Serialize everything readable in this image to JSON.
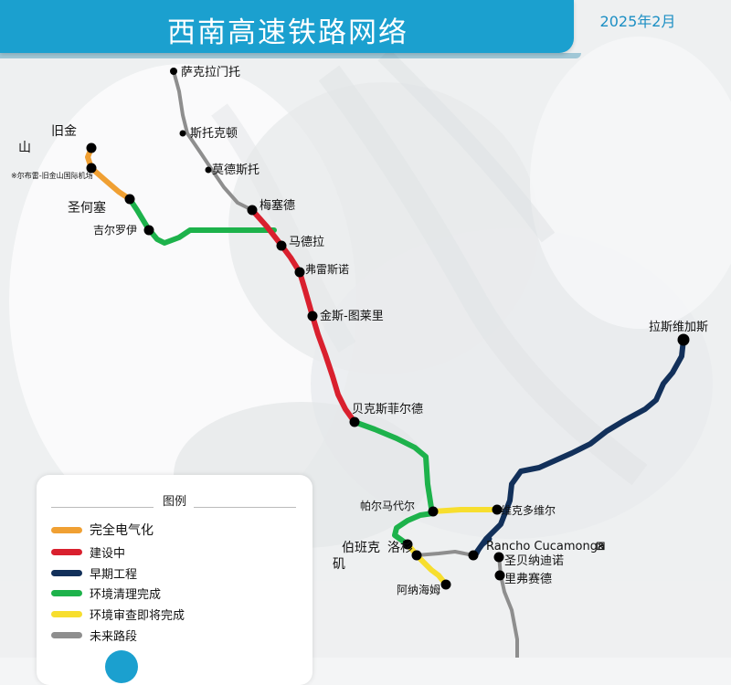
{
  "header": {
    "title": "西南高速铁路网络",
    "date": "2025年2月"
  },
  "colors": {
    "electrified": "#f0a033",
    "construction": "#d9202e",
    "early": "#12305a",
    "env_cleared": "#1db24b",
    "env_review": "#f7de2e",
    "future": "#8e8e8e",
    "accent": "#1ba0cf"
  },
  "legend": {
    "title": "图例",
    "items": [
      {
        "key": "electrified",
        "label": "完全电气化"
      },
      {
        "key": "construction",
        "label": "建设中"
      },
      {
        "key": "early",
        "label": "早期工程"
      },
      {
        "key": "env_cleared",
        "label": "环境清理完成"
      },
      {
        "key": "env_review",
        "label": "环境审查即将完成"
      },
      {
        "key": "future",
        "label": "未来路段"
      }
    ]
  },
  "stations": {
    "sacramento": "萨克拉门托",
    "stockton": "斯托克顿",
    "modesto": "莫德斯托",
    "merced": "梅塞德",
    "sf_part1": "旧金",
    "sf_part2": "山",
    "sfo": "※尔布雷-旧金山国际机场",
    "san_jose": "圣何塞",
    "gilroy": "吉尔罗伊",
    "madera": "马德拉",
    "fresno": "弗雷斯诺",
    "kings_tulare": "金斯-图莱里",
    "bakersfield": "贝克斯菲尔德",
    "palmdale": "帕尔马代尔",
    "victorville": "维克多维尔",
    "las_vegas": "拉斯维加斯",
    "burbank": "伯班克",
    "la_part1": "洛杉",
    "la_part2": "矶",
    "anaheim": "阿纳海姆",
    "rancho": "Rancho Cucamonga",
    "san_bernardino": "圣贝纳迪诺",
    "riverside": "里弗赛德"
  }
}
